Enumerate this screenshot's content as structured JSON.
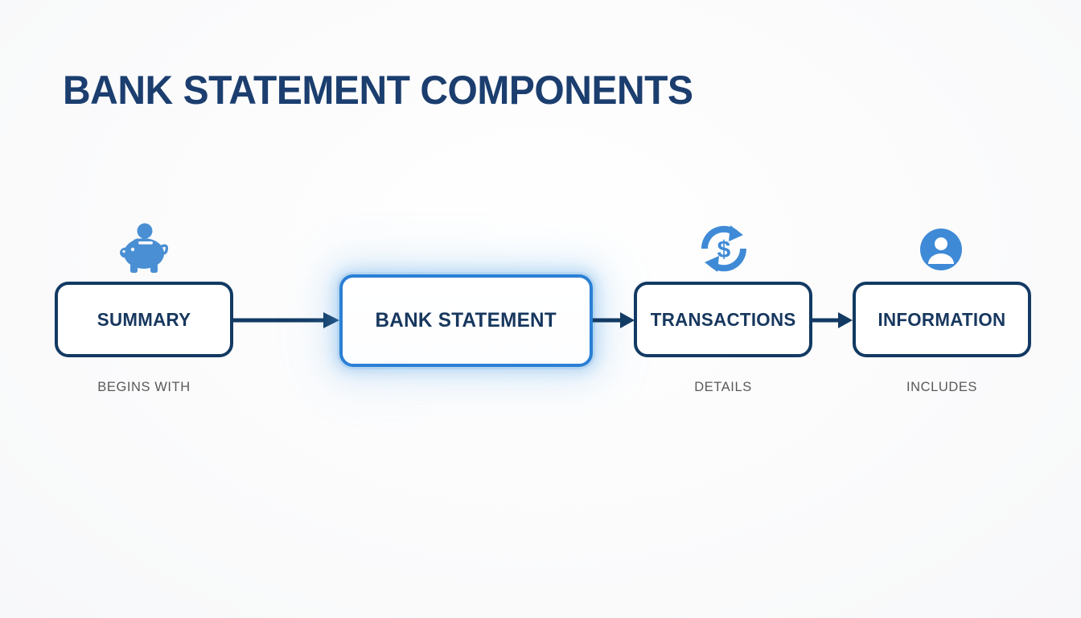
{
  "page": {
    "title": "BANK STATEMENT COMPONENTS",
    "background_color": "#fafafa",
    "navy": "#123a63",
    "title_color": "#1b3e6f",
    "accent_blue": "#2a7fd4",
    "icon_blue": "#4a8fd4",
    "caption_color": "#585858"
  },
  "flow": {
    "nodes": [
      {
        "id": "summary",
        "label": "SUMMARY",
        "caption": "BEGINS WITH",
        "icon": "piggy-bank-icon",
        "highlighted": false
      },
      {
        "id": "bank-statement",
        "label": "BANK STATEMENT",
        "caption": "",
        "icon": "",
        "highlighted": true
      },
      {
        "id": "transactions",
        "label": "TRANSACTIONS",
        "caption": "DETAILS",
        "icon": "money-exchange-icon",
        "highlighted": false
      },
      {
        "id": "information",
        "label": "INFORMATION",
        "caption": "INCLUDES",
        "icon": "account-person-icon",
        "highlighted": false
      }
    ],
    "connectors": [
      {
        "from": "summary",
        "to": "bank-statement"
      },
      {
        "from": "bank-statement",
        "to": "transactions"
      },
      {
        "from": "transactions",
        "to": "information"
      }
    ]
  }
}
